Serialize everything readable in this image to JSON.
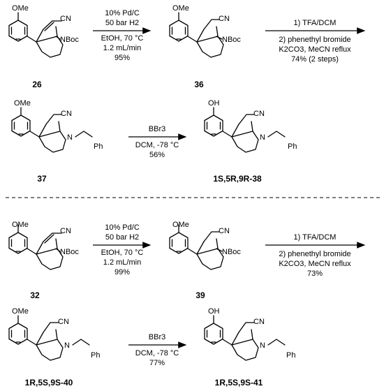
{
  "compounds": {
    "c26": "26",
    "c36": "36",
    "c37": "37",
    "c38": "1S,5R,9R-38",
    "c32": "32",
    "c39": "39",
    "c40": "1R,5S,9S-40",
    "c41": "1R,5S,9S-41"
  },
  "atoms": {
    "ome": "OMe",
    "oh": "OH",
    "cn": "CN",
    "nboc": "NBoc",
    "n": "N",
    "ph": "Ph"
  },
  "arrows": {
    "a1": [
      "10% Pd/C",
      "50 bar H2",
      "EtOH, 70 °C",
      "1.2 mL/min",
      "95%"
    ],
    "a2": [
      "1) TFA/DCM",
      "2) phenethyl bromide",
      "K2CO3, MeCN reflux",
      "74% (2 steps)"
    ],
    "a3": [
      "BBr3",
      "DCM, -78 °C",
      "56%"
    ],
    "a4": [
      "10% Pd/C",
      "50 bar H2",
      "EtOH, 70 °C",
      "1.2 mL/min",
      "99%"
    ],
    "a5": [
      "1) TFA/DCM",
      "2) phenethyl bromide",
      "K2CO3, MeCN reflux",
      "73%"
    ],
    "a6": [
      "BBr3",
      "DCM, -78 °C",
      "77%"
    ]
  }
}
